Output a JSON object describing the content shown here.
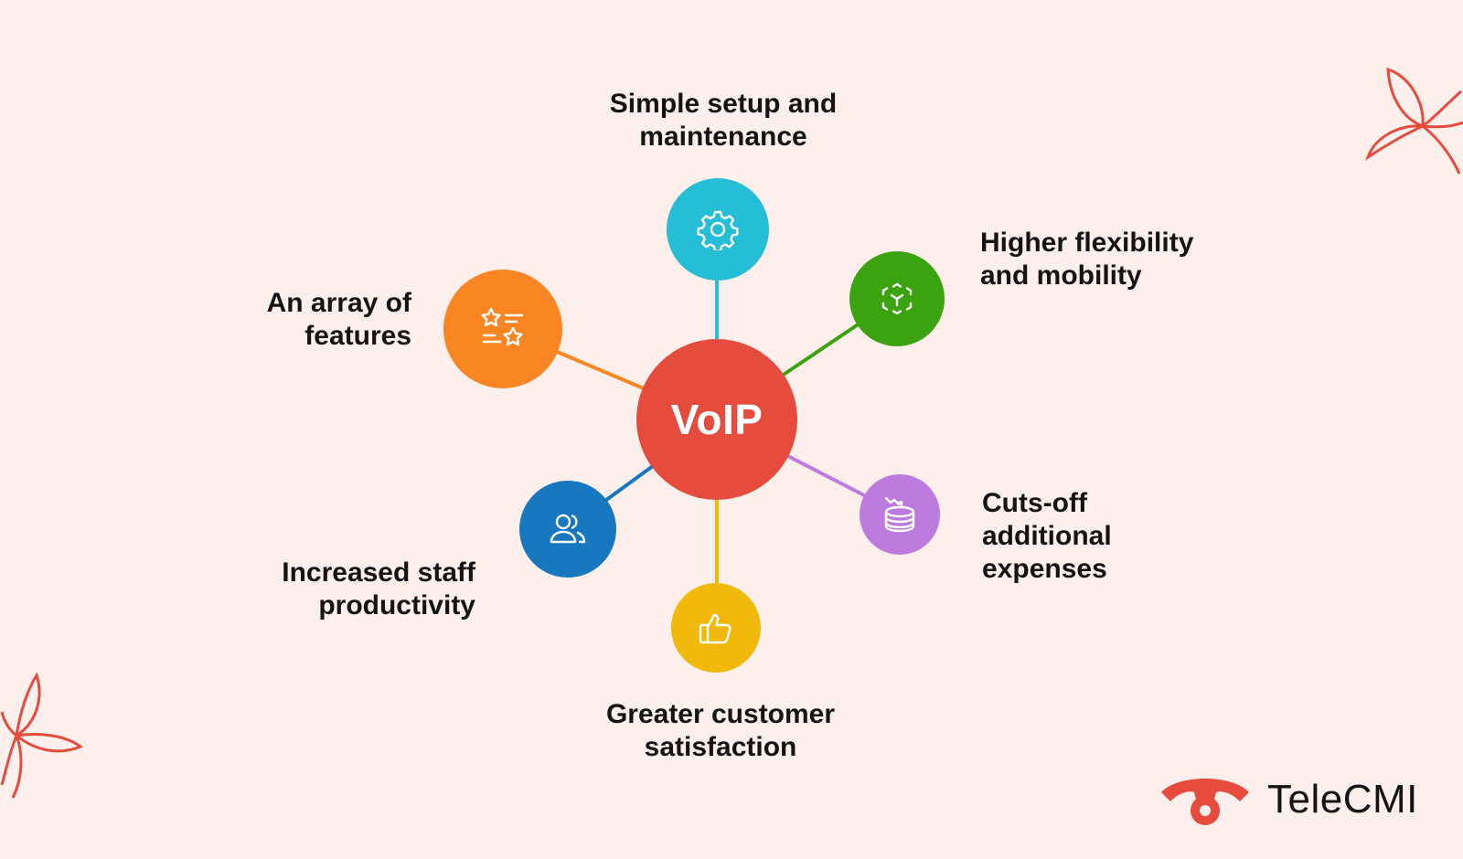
{
  "center": {
    "label": "VoIP",
    "color": "#e64c3d"
  },
  "benefits": [
    {
      "id": "setup",
      "line1": "Simple setup and",
      "line2": "maintenance",
      "icon": "gear-icon",
      "color": "#26bdd6"
    },
    {
      "id": "flexibility",
      "line1": "Higher flexibility",
      "line2": "and mobility",
      "icon": "scan-box-icon",
      "color": "#3ba30f"
    },
    {
      "id": "expenses",
      "line1": "Cuts-off",
      "line2": "additional",
      "line3": "expenses",
      "icon": "coin-stack-icon",
      "color": "#bd7be0"
    },
    {
      "id": "satisfaction",
      "line1": "Greater customer",
      "line2": "satisfaction",
      "icon": "thumbs-up-icon",
      "color": "#f2b90d"
    },
    {
      "id": "productivity",
      "line1": "Increased staff",
      "line2": "productivity",
      "icon": "users-icon",
      "color": "#1778bf"
    },
    {
      "id": "features",
      "line1": "An array of",
      "line2": "features",
      "icon": "star-list-icon",
      "color": "#fa8523"
    }
  ],
  "brand": {
    "name": "TeleCMI",
    "logo_color": "#e64c3d"
  },
  "decorations": {
    "color": "#e64c3d"
  }
}
